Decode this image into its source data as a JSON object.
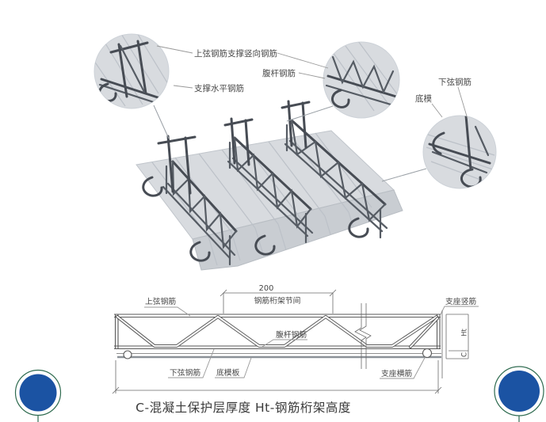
{
  "photo_callouts": {
    "top_support_label": "上弦钢筋支撑竖向钢筋",
    "horizontal_support_label": "支撑水平钢筋",
    "web_rebar_label": "腹杆钢筋",
    "bottom_chord_label": "下弦钢筋",
    "bottom_form_label": "底模"
  },
  "elevation": {
    "panel_dimension": "200",
    "panel_spacing_label": "钢筋桁架节间",
    "top_chord_label": "上弦钢筋",
    "web_rebar_label": "腹杆钢筋",
    "bottom_chord_label": "下弦钢筋",
    "bottom_form_plate_label": "底模板",
    "support_vertical_label": "支座竖筋",
    "support_horizontal_label": "支座横筋",
    "truss_height_dim": "Ht",
    "cover_dim": "C",
    "caption": "C-混凝土保护层厚度 Ht-钢筋桁架高度"
  },
  "colors": {
    "brand_blue": "#1b53a3",
    "ring_green": "#2f6b50",
    "diagram_line": "#5a5a5a",
    "deck_gray": "#d8dbdf",
    "rebar_gray": "#474c54"
  }
}
